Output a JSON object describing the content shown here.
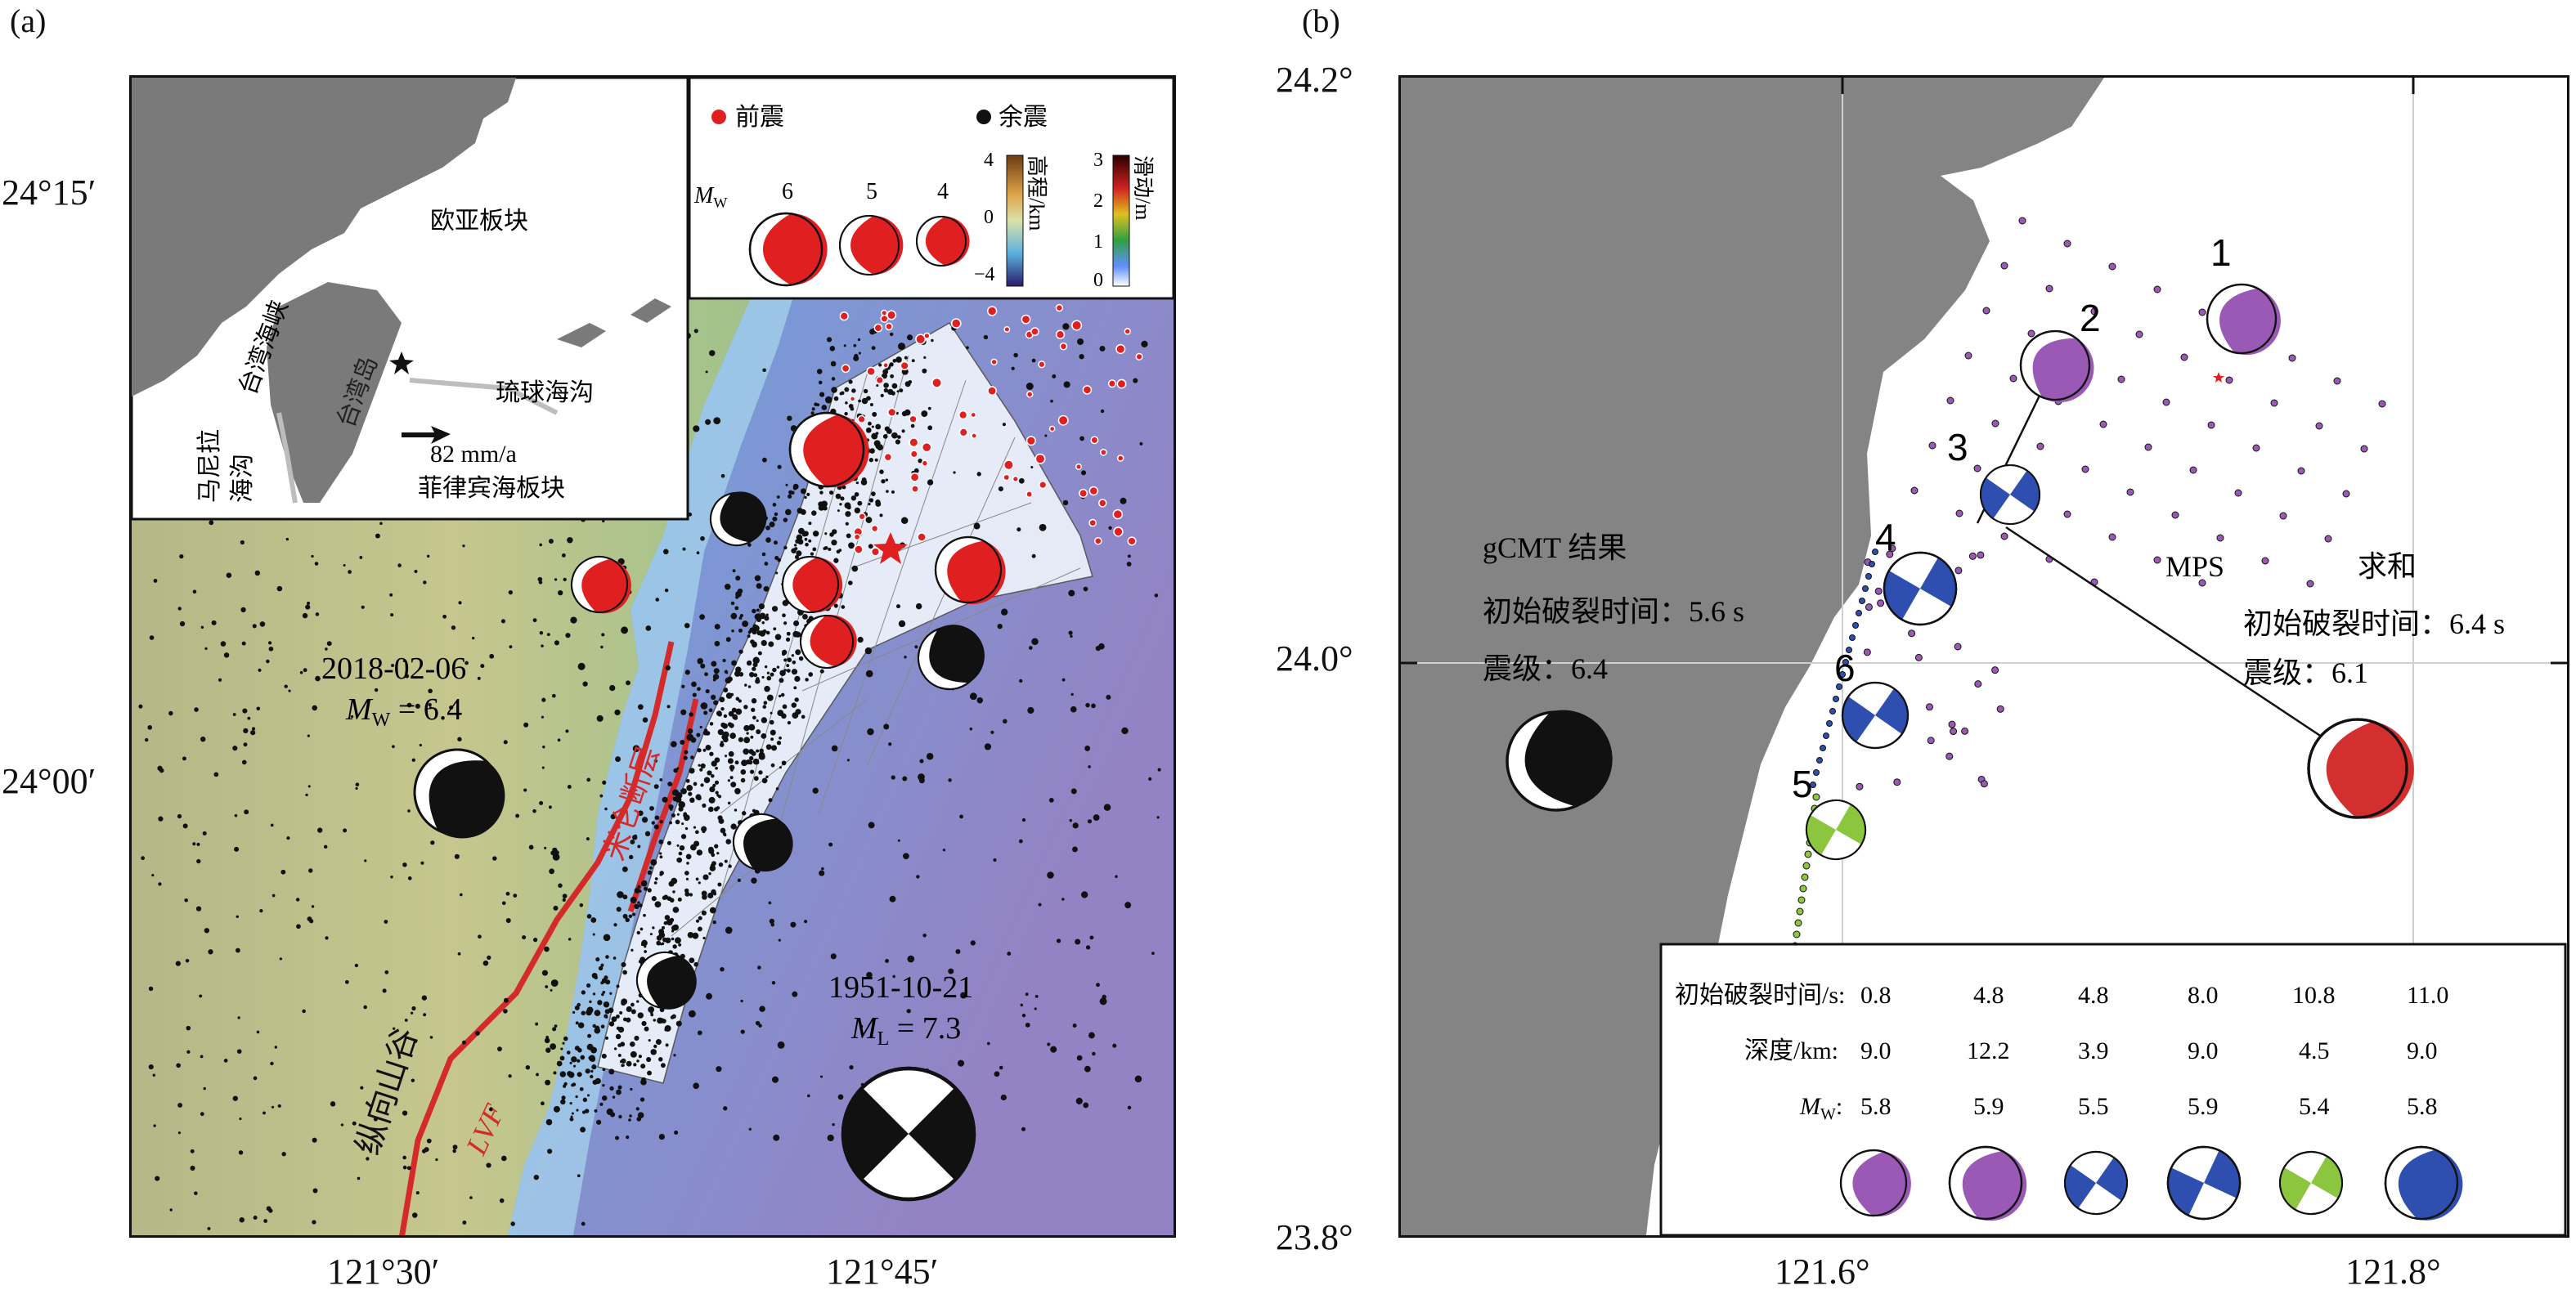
{
  "panel_a": {
    "label": "(a)",
    "lat_labels": [
      "24°15′",
      "24°00′"
    ],
    "lon_labels": [
      "121°30′",
      "121°45′"
    ],
    "legend": {
      "foreshock": "前震",
      "aftershock": "余震",
      "mw_label": "M",
      "mw_sub": "W",
      "mw_values": [
        "6",
        "5",
        "4"
      ],
      "elev_ticks": [
        "4",
        "0",
        "−4"
      ],
      "elev_title": "高程/km",
      "slip_ticks": [
        "3",
        "2",
        "1",
        "0"
      ],
      "slip_title": "滑动/m"
    },
    "inset": {
      "eurasian": "欧亚板块",
      "strait": "台湾海峡",
      "island": "台湾岛",
      "ryukyu": "琉球海沟",
      "manila1": "马尼拉",
      "manila2": "海沟",
      "rate": "82 mm/a",
      "philippine": "菲律宾海板块"
    },
    "events": [
      {
        "date": "2018-02-06",
        "mag_prefix": "M",
        "mag_sub": "W",
        "mag_value": " = 6.4"
      },
      {
        "date": "1951-10-21",
        "mag_prefix": "M",
        "mag_sub": "L",
        "mag_value": " = 7.3"
      }
    ],
    "fault_label": "米仑断层",
    "valley_label": "纵向山谷",
    "lvf_label": "LVF"
  },
  "panel_b": {
    "label": "(b)",
    "lat_labels": [
      "24.2°",
      "24.0°",
      "23.8°"
    ],
    "lon_labels": [
      "121.6°",
      "121.8°"
    ],
    "gcmt": {
      "title": "gCMT 结果",
      "time": "初始破裂时间：5.6 s",
      "mag": "震级：6.4"
    },
    "mps": {
      "title": "MPS",
      "sum": "求和",
      "time": "初始破裂时间：6.4 s",
      "mag": "震级：6.1"
    },
    "subevent_numbers": [
      "1",
      "2",
      "3",
      "4",
      "6",
      "5"
    ],
    "table": {
      "rows": [
        {
          "label": "初始破裂时间/s:",
          "values": [
            "0.8",
            "4.8",
            "4.8",
            "8.0",
            "10.8",
            "11.0"
          ]
        },
        {
          "label": "深度/km:",
          "values": [
            "9.0",
            "12.2",
            "3.9",
            "9.0",
            "4.5",
            "9.0"
          ]
        },
        {
          "label": "M",
          "label_sub": "W",
          "label_suffix": ":",
          "values": [
            "5.8",
            "5.9",
            "5.5",
            "5.9",
            "5.4",
            "5.8"
          ]
        }
      ]
    },
    "colors": {
      "purple": "#9b59b6",
      "blue": "#2f4fb0",
      "green": "#8cc63f",
      "red": "#d32f2f"
    }
  }
}
